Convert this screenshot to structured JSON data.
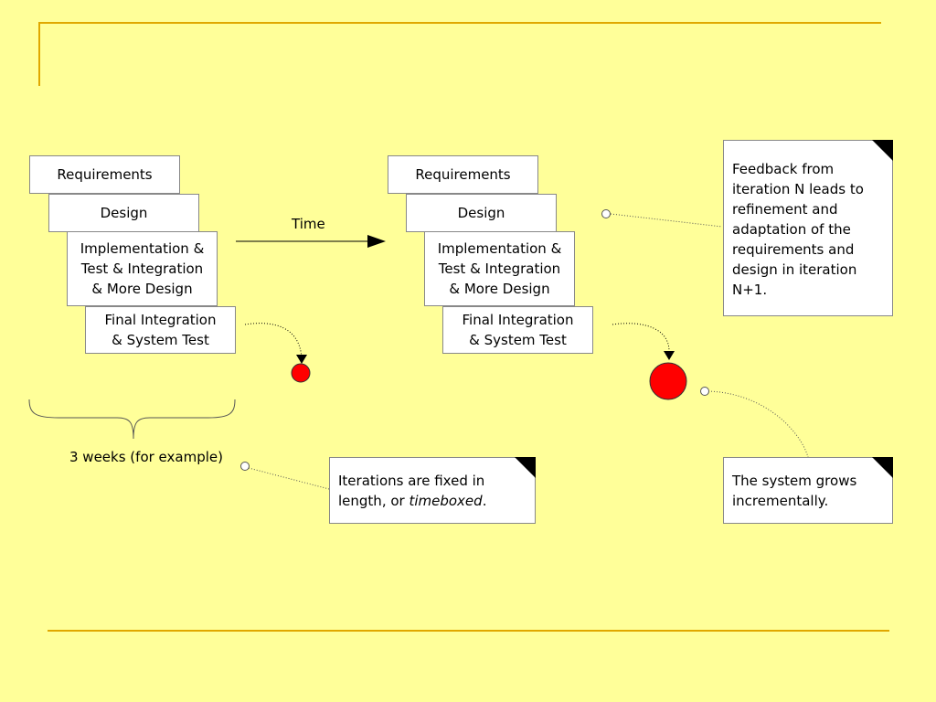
{
  "iteration_1": {
    "requirements": "Requirements",
    "design": "Design",
    "implementation": "Implementation &\nTest & Integration\n& More Design",
    "final": "Final Integration\n& System Test"
  },
  "iteration_2": {
    "requirements": "Requirements",
    "design": "Design",
    "implementation": "Implementation &\nTest & Integration\n& More Design",
    "final": "Final Integration\n& System Test"
  },
  "time_label": "Time",
  "duration_label": "3 weeks (for example)",
  "notes": {
    "feedback": "Feedback from iteration N leads to refinement and adaptation of the requirements and design in iteration N+1.",
    "timeboxed_prefix": "Iterations are fixed in length, or ",
    "timeboxed_em": "timeboxed",
    "timeboxed_suffix": ".",
    "grows": "The system grows incrementally."
  },
  "colors": {
    "background": "#FFFF99",
    "rule": "#E0A800",
    "system_dot": "#FF0000"
  }
}
